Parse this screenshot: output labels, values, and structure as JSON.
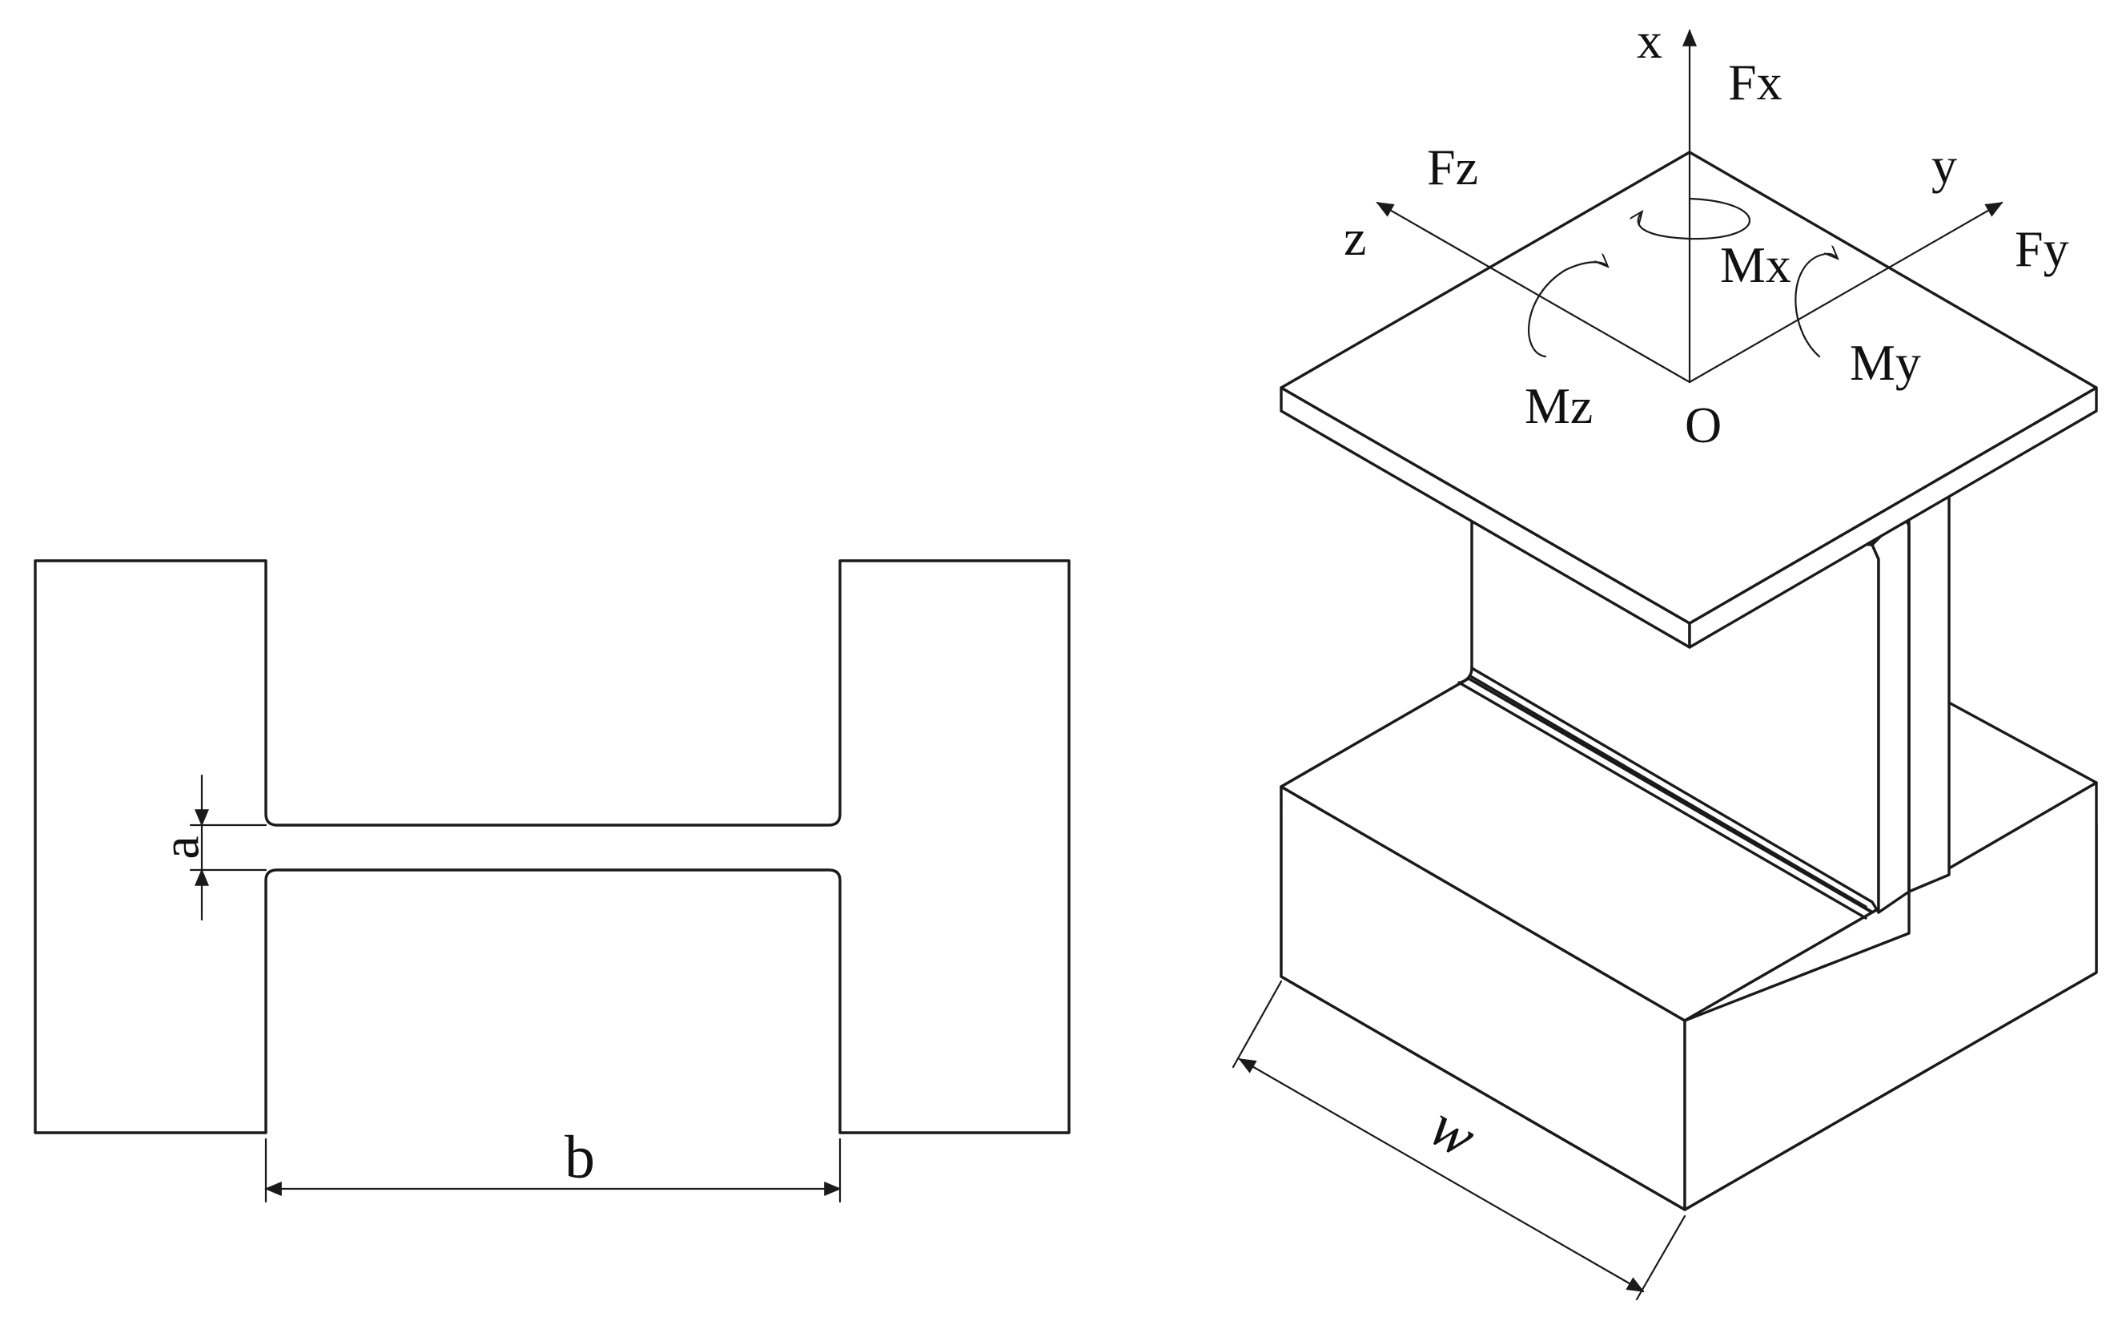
{
  "colors": {
    "line": "#1a1a1a",
    "text": "#111111",
    "background": "#ffffff"
  },
  "left_view": {
    "dim_a": "a",
    "dim_b": "b"
  },
  "right_view": {
    "axis_x": "x",
    "axis_y": "y",
    "axis_z": "z",
    "origin": "O",
    "force_x": "Fx",
    "force_y": "Fy",
    "force_z": "Fz",
    "moment_x": "Mx",
    "moment_y": "My",
    "moment_z": "Mz",
    "dim_w": "w"
  }
}
